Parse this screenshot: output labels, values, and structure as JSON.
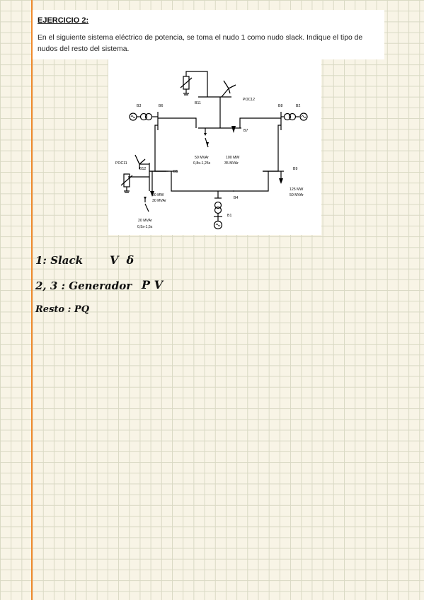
{
  "exercise": {
    "heading": "EJERCICIO 2:",
    "statement": "En el siguiente sistema eléctrico de potencia, se toma el nudo 1 como nudo slack. Indique el tipo de nudos del resto del sistema."
  },
  "diagram": {
    "buses": [
      "B1",
      "B2",
      "B3",
      "B4",
      "B5",
      "B6",
      "B7",
      "B8",
      "B9",
      "B11",
      "B12"
    ],
    "poc_labels": [
      "POC11",
      "POC12"
    ],
    "loads": {
      "b7_switched_mvar": "50 MVAr",
      "b7_switched_time": "0,8s-1,25s",
      "b7_load_mw": "100 MW",
      "b7_load_mvar": "35 MVAr",
      "b5_load_mw": "90 MW",
      "b5_load_mvar": "30 MVAr",
      "b5_switched_mvar": "20 MVAr",
      "b5_switched_time": "0,5s-1,5s",
      "b9_load_mw": "125 MW",
      "b9_load_mvar": "50 MVAr"
    }
  },
  "handwritten": {
    "line1": "1: Slack",
    "line1_marks": "V  δ",
    "line2": "2, 3 : Generador",
    "line2_marks": "P V",
    "line3": "Resto : PQ"
  }
}
